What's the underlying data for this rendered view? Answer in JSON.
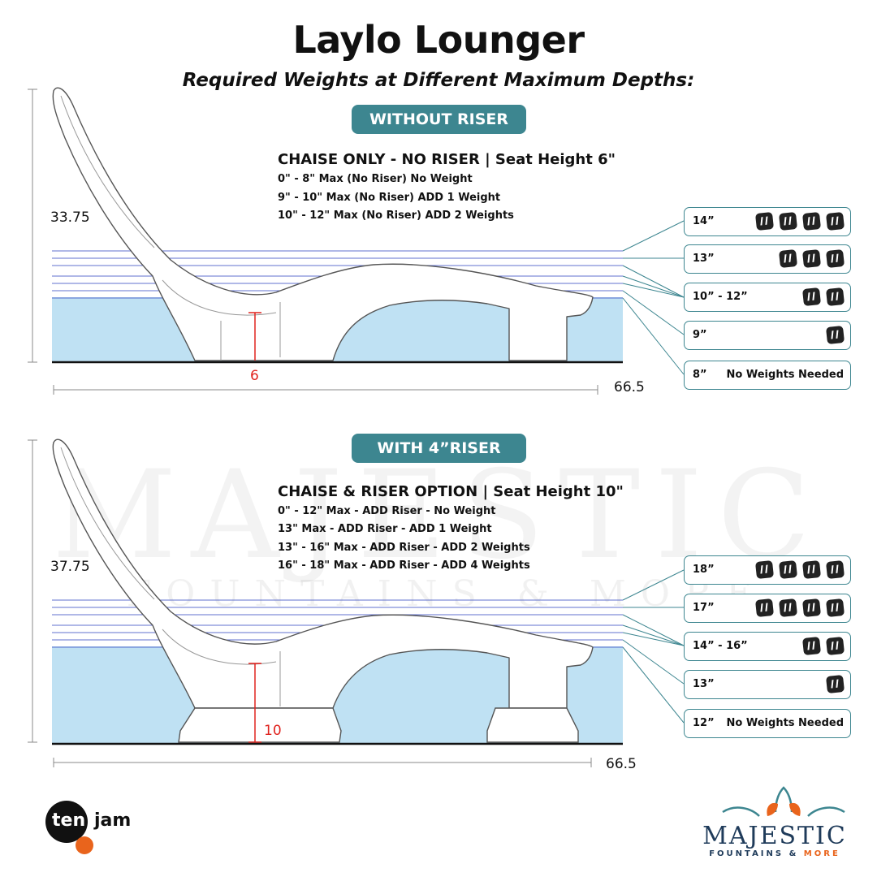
{
  "title": "Laylo Lounger",
  "subtitle": "Required Weights at Different Maximum Depths:",
  "colors": {
    "accent": "#3d8690",
    "water": "#bfe1f3",
    "waterline": "#3a4fc4",
    "highlight": "#e0231e",
    "brand_orange": "#e9641c"
  },
  "panels": [
    {
      "pill": "WITHOUT RISER",
      "spec_title": "CHAISE ONLY - NO RISER | Seat Height 6\"",
      "spec_lines": [
        "0\" - 8\" Max (No Riser) No Weight",
        "9\" - 10\" Max (No Riser) ADD 1 Weight",
        "10\" - 12\" Max (No Riser) ADD 2 Weights"
      ],
      "height_dim": "33.75",
      "length_dim": "66.5",
      "seat_dim": "6",
      "weights": [
        {
          "label": "14”",
          "count": 4,
          "text": ""
        },
        {
          "label": "13”",
          "count": 3,
          "text": ""
        },
        {
          "label": "10” - 12”",
          "count": 2,
          "text": ""
        },
        {
          "label": "9”",
          "count": 1,
          "text": ""
        },
        {
          "label": "8”",
          "count": 0,
          "text": "No Weights Needed"
        }
      ]
    },
    {
      "pill": "WITH 4”RISER",
      "spec_title": "CHAISE & RISER OPTION | Seat Height 10\"",
      "spec_lines": [
        "0\" - 12\" Max - ADD Riser - No Weight",
        "13\" Max - ADD Riser - ADD 1 Weight",
        "13\" - 16\" Max - ADD Riser - ADD 2 Weights",
        "16\" - 18\" Max - ADD Riser - ADD 4 Weights"
      ],
      "height_dim": "37.75",
      "length_dim": "66.5",
      "seat_dim": "10",
      "weights": [
        {
          "label": "18”",
          "count": 4,
          "text": ""
        },
        {
          "label": "17”",
          "count": 4,
          "text": ""
        },
        {
          "label": "14” - 16”",
          "count": 2,
          "text": ""
        },
        {
          "label": "13”",
          "count": 1,
          "text": ""
        },
        {
          "label": "12”",
          "count": 0,
          "text": "No Weights Needed"
        }
      ]
    }
  ],
  "watermark": {
    "big": "MAJESTIC",
    "small": "FOUNTAINS & MORE"
  },
  "logos": {
    "tenjam_ten": "ten",
    "tenjam_jam": "jam",
    "majestic_name": "MAJESTIC",
    "majestic_tag": "FOUNTAINS &",
    "majestic_tag_more": "MORE"
  }
}
